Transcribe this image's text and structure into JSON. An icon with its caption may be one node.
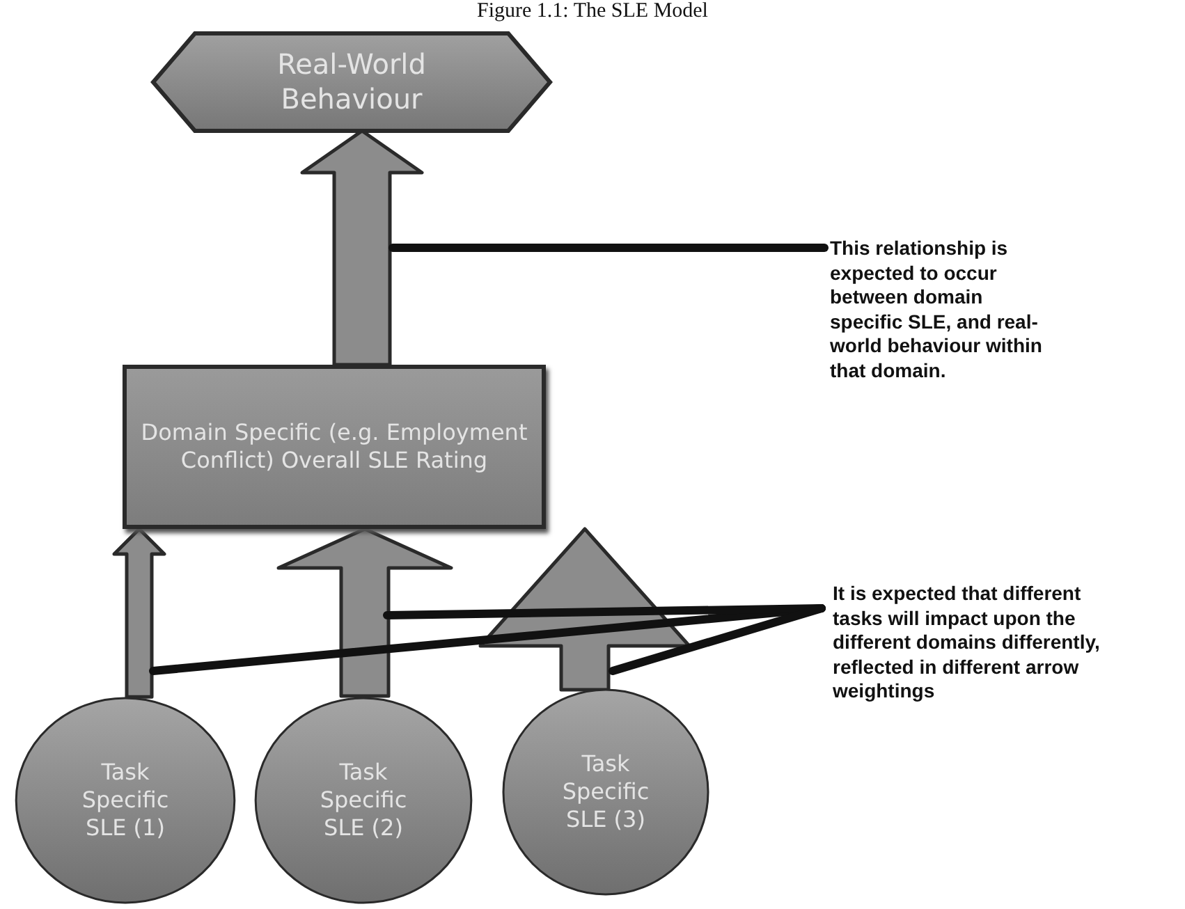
{
  "diagram": {
    "title": "Figure 1.1: The SLE Model",
    "nodes": [
      {
        "text": [
          "Real-World Behaviour"
        ]
      },
      {
        "text": [
          "Domain Specific (e.g. Employment Conflict) Overall SLE Rating"
        ]
      },
      {
        "text": [
          "Task Specific SLE (1)"
        ]
      },
      {
        "text": [
          "Task Specific SLE (2)"
        ]
      },
      {
        "text": [
          "Task Specific SLE (3)"
        ]
      },
      {
        "text": [
          "This relationship is expected to occur between domain specific SLE, and real-world behaviour within that domain."
        ]
      },
      {
        "text": [
          "It is expected that different tasks will impact upon the different domains differently, reflected in different arrow weightings"
        ]
      }
    ],
    "edges": [
      {
        "from": 1,
        "to": 0,
        "arrow": "to",
        "style": "thick"
      },
      {
        "from": 2,
        "to": 1,
        "arrow": "to",
        "style": "thick"
      },
      {
        "from": 3,
        "to": 1,
        "arrow": "to",
        "style": "thick"
      },
      {
        "from": 4,
        "to": 1,
        "arrow": "to",
        "style": "thick"
      },
      {
        "from": 5,
        "to": null,
        "arrow": "none"
      },
      {
        "from": 6,
        "to": null,
        "arrow": "none"
      },
      {
        "from": 6,
        "to": null,
        "arrow": "none"
      },
      {
        "from": 6,
        "to": null,
        "arrow": "none"
      }
    ]
  }
}
